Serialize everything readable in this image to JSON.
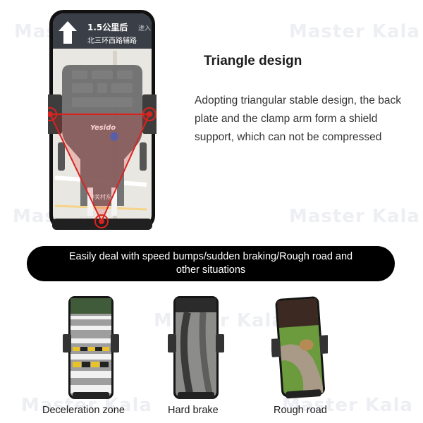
{
  "watermark": {
    "brand": "Master Kala"
  },
  "phone_screen": {
    "distance": "1.5公里后",
    "action": "进入",
    "street": "北三环西路辅路",
    "holder_brand": "Yesido",
    "road_label_1": "中关村东路",
    "road_label_2": "中关村"
  },
  "feature": {
    "title": "Triangle design",
    "description": "Adopting triangular stable design, the back plate and the clamp arm form a shield support, which can not be compressed"
  },
  "banner": {
    "line1": "Easily deal with speed bumps/sudden braking/Rough road and",
    "line2": "other situations"
  },
  "scenarios": [
    {
      "label": "Deceleration zone"
    },
    {
      "label": "Hard brake"
    },
    {
      "label": "Rough road"
    }
  ],
  "colors": {
    "accent_red": "#d9231f",
    "banner_bg": "#000000",
    "holder_gray": "#6e6e6e"
  }
}
